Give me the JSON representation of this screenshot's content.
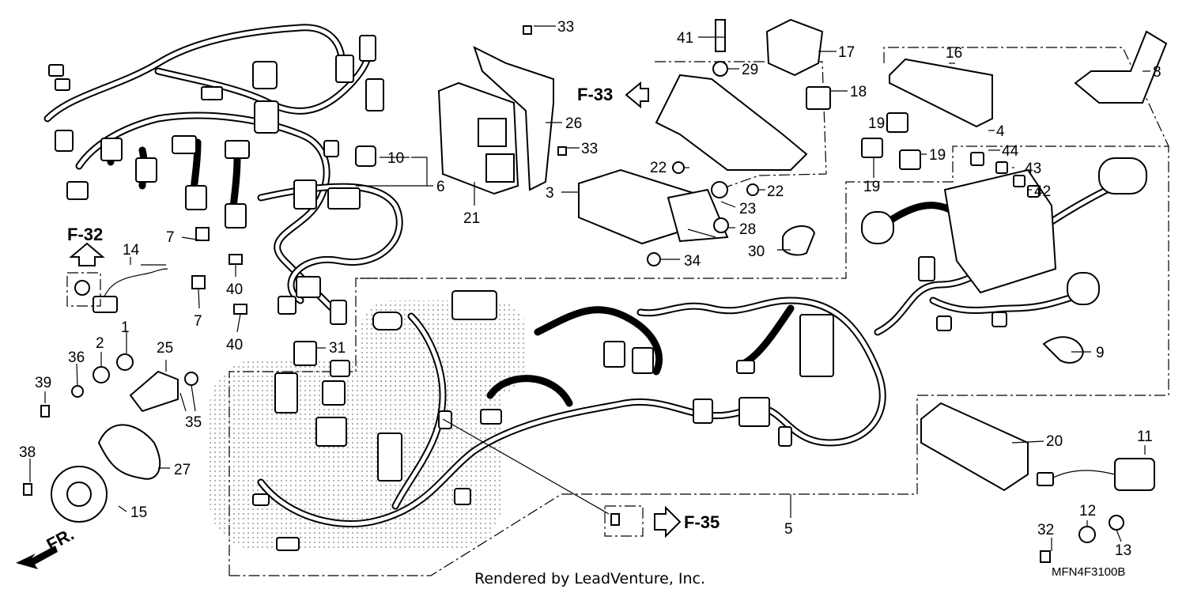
{
  "footer": {
    "credit": "Rendered by LeadVenture, Inc.",
    "diagram_code": "MFN4F3100B"
  },
  "refs": {
    "f32": "F-32",
    "f33": "F-33",
    "f35": "F-35",
    "front": "FR."
  },
  "callouts": {
    "c1": "1",
    "c2": "2",
    "c3": "3",
    "c4": "4",
    "c5": "5",
    "c6": "6",
    "c7a": "7",
    "c7b": "7",
    "c8": "8",
    "c9": "9",
    "c10": "10",
    "c11": "11",
    "c12": "12",
    "c13": "13",
    "c14": "14",
    "c15": "15",
    "c16": "16",
    "c17": "17",
    "c18": "18",
    "c19a": "19",
    "c19b": "19",
    "c19c": "19",
    "c20": "20",
    "c21": "21",
    "c22a": "22",
    "c22b": "22",
    "c23": "23",
    "c25": "25",
    "c26": "26",
    "c27": "27",
    "c28": "28",
    "c29": "29",
    "c30": "30",
    "c31": "31",
    "c32": "32",
    "c33a": "33",
    "c33b": "33",
    "c34": "34",
    "c35": "35",
    "c36": "36",
    "c38": "38",
    "c39": "39",
    "c40a": "40",
    "c40b": "40",
    "c41": "41",
    "c42": "42",
    "c43": "43",
    "c44": "44"
  }
}
